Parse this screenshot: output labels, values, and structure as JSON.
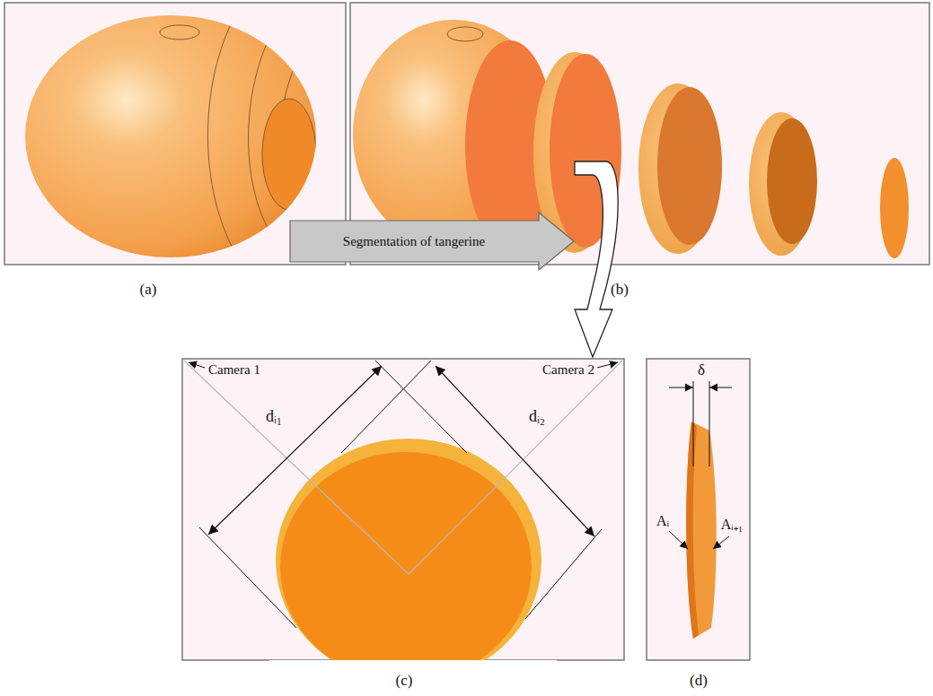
{
  "diagram": {
    "nodes": [
      {
        "text": [
          "Segmentation of tangerine"
        ]
      }
    ],
    "labels": [
      "(a)",
      "(b)",
      "Camera 1",
      "Camera 2",
      "dᵢ₁",
      "dᵢ₂",
      "δ",
      "Aᵢ",
      "Aᵢ₊₁",
      "(c)",
      "(d)"
    ]
  }
}
